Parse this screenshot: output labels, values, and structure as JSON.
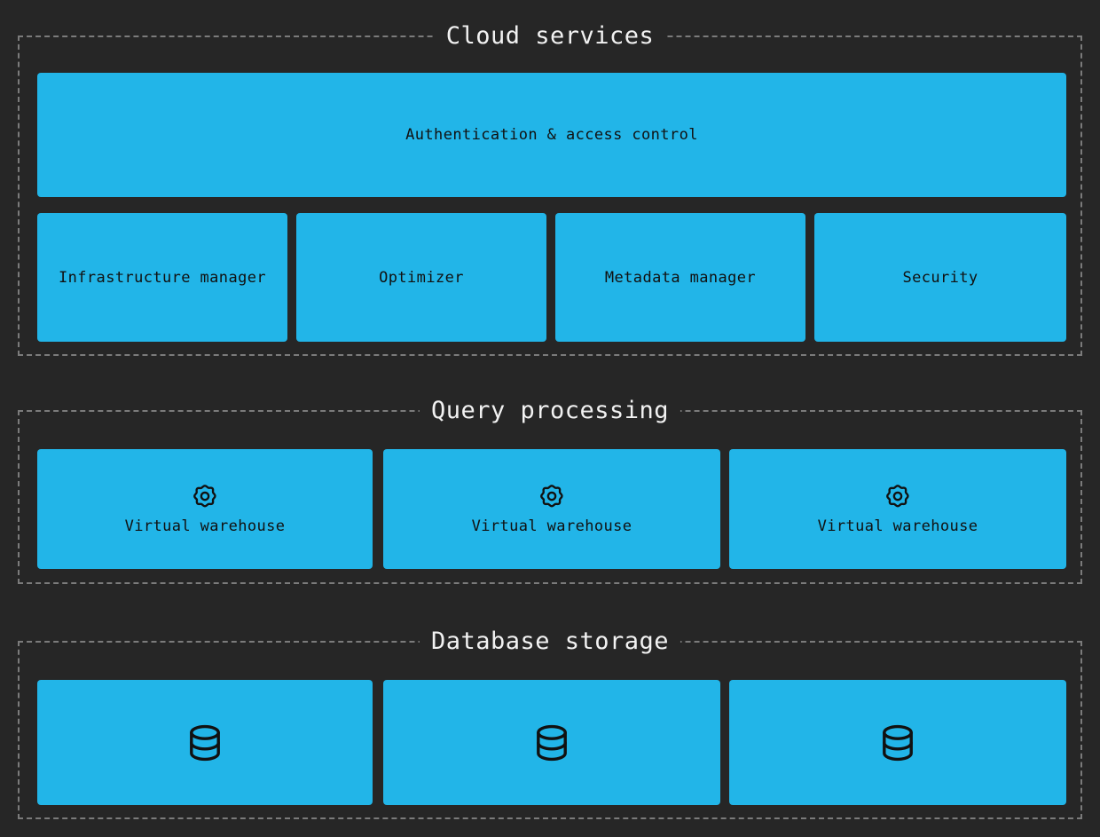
{
  "diagram": {
    "background_color": "#262626",
    "node_color": "#22b5e8",
    "border_color": "#7b7b7b",
    "title_color": "#f2f2f2",
    "label_color": "#111111"
  },
  "groups": [
    {
      "id": "cloud",
      "title": "Cloud services",
      "nodes": [
        {
          "id": "auth",
          "label": "Authentication & access control",
          "icon": ""
        },
        {
          "id": "infra",
          "label": "Infrastructure manager",
          "icon": ""
        },
        {
          "id": "optim",
          "label": "Optimizer",
          "icon": ""
        },
        {
          "id": "meta",
          "label": "Metadata manager",
          "icon": ""
        },
        {
          "id": "sec",
          "label": "Security",
          "icon": ""
        }
      ]
    },
    {
      "id": "query",
      "title": "Query processing",
      "nodes": [
        {
          "id": "vw1",
          "label": "Virtual warehouse",
          "icon": "gear-icon"
        },
        {
          "id": "vw2",
          "label": "Virtual warehouse",
          "icon": "gear-icon"
        },
        {
          "id": "vw3",
          "label": "Virtual warehouse",
          "icon": "gear-icon"
        }
      ]
    },
    {
      "id": "storage",
      "title": "Database storage",
      "nodes": [
        {
          "id": "db1",
          "label": "",
          "icon": "database-icon"
        },
        {
          "id": "db2",
          "label": "",
          "icon": "database-icon"
        },
        {
          "id": "db3",
          "label": "",
          "icon": "database-icon"
        }
      ]
    }
  ]
}
